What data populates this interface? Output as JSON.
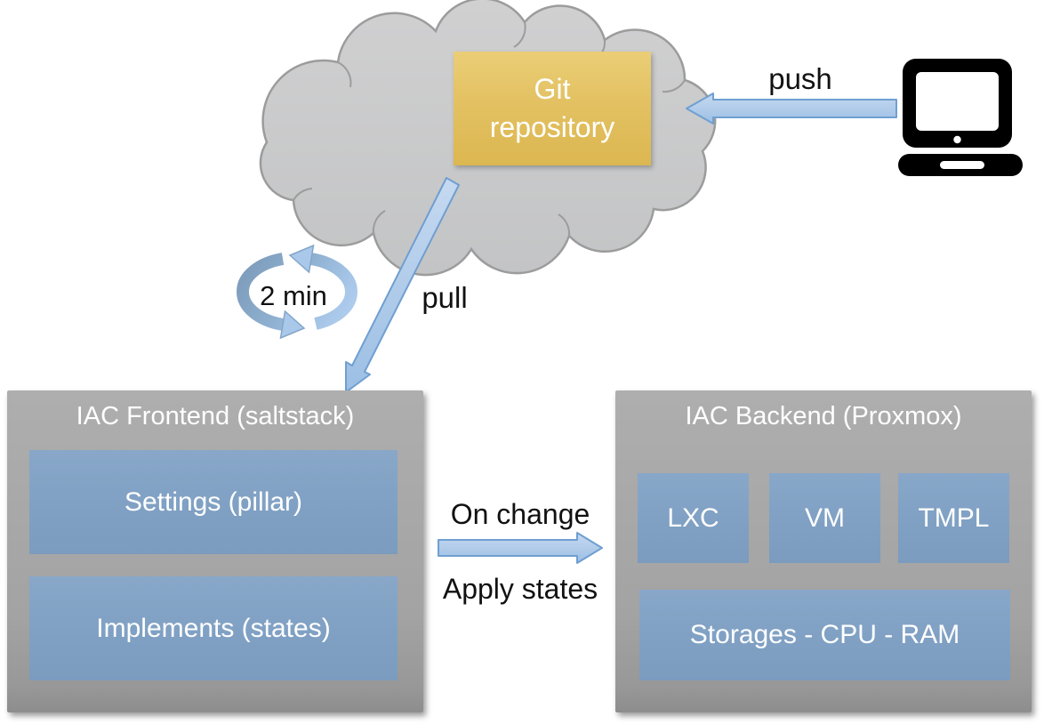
{
  "git_repository": {
    "label_line1": "Git",
    "label_line2": "repository"
  },
  "arrows": {
    "push_label": "push",
    "pull_label": "pull",
    "schedule_label": "2 min",
    "on_change_label": "On change",
    "apply_states_label": "Apply states"
  },
  "frontend": {
    "title": "IAC Frontend (saltstack)",
    "boxes": [
      {
        "label": "Settings (pillar)"
      },
      {
        "label": "Implements (states)"
      }
    ]
  },
  "backend": {
    "title": "IAC Backend (Proxmox)",
    "boxes": [
      {
        "label": "LXC"
      },
      {
        "label": "VM"
      },
      {
        "label": "TMPL"
      }
    ],
    "resources_box": {
      "label": "Storages - CPU - RAM"
    }
  },
  "icons": {
    "cloud": "cloud-shape",
    "workstation": "laptop-icon",
    "schedule": "refresh-cycle-icon"
  },
  "colors": {
    "cloud_fill": "#c9cacb",
    "cloud_stroke": "#9c9c9c",
    "git_box_fill": "#e3c162",
    "panel_gray_fill": "#a6a6a6",
    "inner_box_blue_fill": "#82a2c4",
    "arrow_fill_light": "#a9c7e9",
    "arrow_stroke": "#6f9fd1",
    "refresh_dark_blue": "#7b99b8",
    "laptop_black": "#000000",
    "label_text": "#111111",
    "box_text": "#ffffff"
  }
}
